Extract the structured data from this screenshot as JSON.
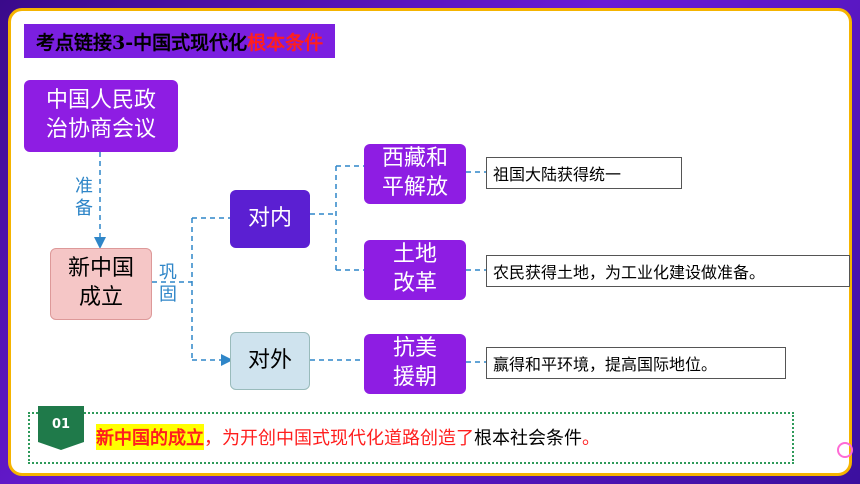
{
  "title": {
    "part1": "考点链接3-中国式现代化",
    "part2": "根本条件"
  },
  "nodes": {
    "cppcc": "中国人民政治协商会议",
    "new_china": "新中国成立",
    "internal": "对内",
    "external": "对外",
    "tibet": "西藏和平解放",
    "land_reform": "土地改革",
    "korea": "抗美援朝"
  },
  "edge_labels": {
    "prepare": "准备",
    "consolidate": "巩固"
  },
  "results": {
    "tibet": "祖国大陆获得统一",
    "land_reform": "农民获得土地，为工业化建设做准备。",
    "korea": "赢得和平环境，提高国际地位。"
  },
  "summary": {
    "badge": "01",
    "highlight": "新中国的成立",
    "comma": "，",
    "red_text": "为开创中国式现代化道路创造了",
    "black_text": "根本社会条件",
    "period": "。"
  },
  "colors": {
    "frame": "#f5b400",
    "title_bg": "#7b1fe0",
    "accent_red": "#ff1e1e",
    "badge": "#1f7a4a",
    "line": "#2f86c8"
  }
}
